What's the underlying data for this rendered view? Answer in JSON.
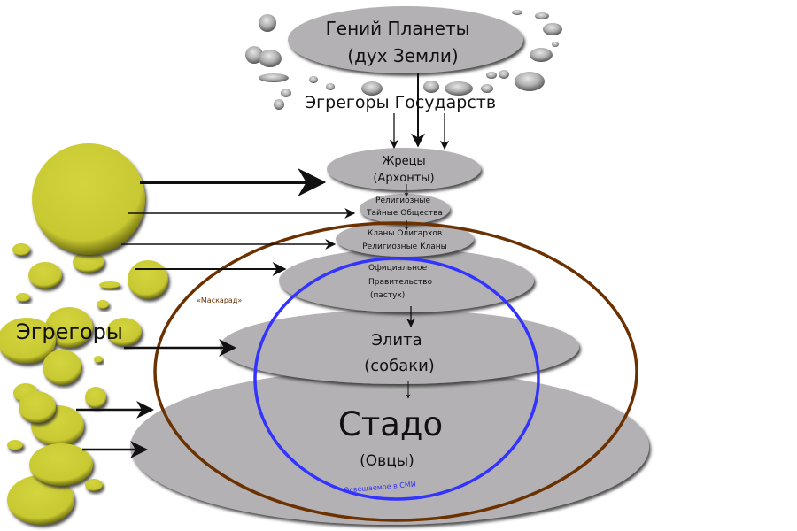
{
  "diagram": {
    "colors": {
      "level_fill": "#b3b1b3",
      "egregor_fill": "#c9c934",
      "maskarad_ring": "#6b3100",
      "media_ring": "#3333ff",
      "arrow": "#111111"
    },
    "top": {
      "line1": "Гений Планеты",
      "line2": "(дух Земли)"
    },
    "state_egregors_label": "Эгрегоры Государств",
    "egregors_label": "Эгрегоры",
    "maskarad_label": "«Маскарад»",
    "media_label": "Освещаемое в СМИ",
    "levels": [
      {
        "id": "priests",
        "lines": [
          "Жрецы",
          "(Архонты)"
        ]
      },
      {
        "id": "secret-societies",
        "lines": [
          "Религиозные",
          "Тайные Общества"
        ]
      },
      {
        "id": "clans",
        "lines": [
          "Кланы Олигархов",
          "Религиозные Кланы"
        ]
      },
      {
        "id": "government",
        "lines": [
          "Официальное",
          "Правительство",
          "(пастух)"
        ]
      },
      {
        "id": "elite",
        "lines": [
          "Элита",
          "(собаки)"
        ]
      },
      {
        "id": "herd",
        "lines": [
          "Стадо",
          "(Овцы)"
        ]
      }
    ]
  }
}
